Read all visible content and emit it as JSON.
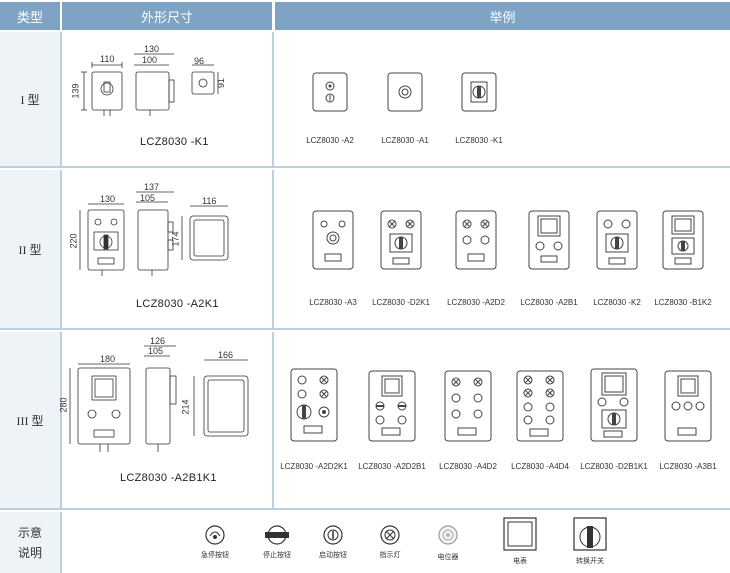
{
  "header": {
    "col_type": "类型",
    "col_dims": "外形尺寸",
    "col_examples": "举例"
  },
  "rows": [
    {
      "type_label": "I 型",
      "model": "LCZ8030 -K1",
      "dims": {
        "w": "110",
        "d1": "130",
        "d2": "100",
        "h": "139",
        "side_w": "96",
        "side_h": "91"
      },
      "examples": [
        "LCZ8030 -A2",
        "LCZ8030 -A1",
        "LCZ8030 -K1"
      ]
    },
    {
      "type_label": "II 型",
      "model": "LCZ8030 -A2K1",
      "dims": {
        "w": "130",
        "d1": "137",
        "d2": "105",
        "h": "220",
        "side_w": "116",
        "side_h": "174"
      },
      "examples": [
        "LCZ8030 -A3",
        "LCZ8030 -D2K1",
        "LCZ8030 -A2D2",
        "LCZ8030 -A2B1",
        "LCZ8030 -K2",
        "LCZ8030 -B1K2"
      ]
    },
    {
      "type_label": "III 型",
      "model": "LCZ8030 -A2B1K1",
      "dims": {
        "w": "180",
        "d1": "126",
        "d2": "105",
        "h": "280",
        "side_w": "166",
        "side_h": "214"
      },
      "examples": [
        "LCZ8030 -A2D2K1",
        "LCZ8030 -A2D2B1",
        "LCZ8030 -A4D2",
        "LCZ8030 -A4D4",
        "LCZ8030 -D2B1K1",
        "LCZ8030 -A3B1"
      ]
    }
  ],
  "legend": {
    "label_line1": "示意",
    "label_line2": "说明",
    "items": [
      "急停按钮",
      "停止按钮",
      "启动按钮",
      "指示灯",
      "电位器",
      "电表",
      "转换开关"
    ]
  }
}
